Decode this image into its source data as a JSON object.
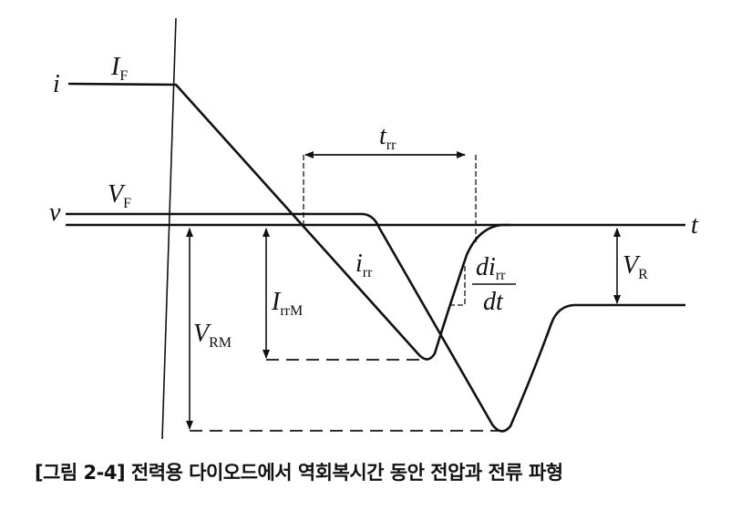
{
  "diagram": {
    "labels": {
      "i": "i",
      "IF": "I",
      "IF_sub": "F",
      "v": "v",
      "VF": "V",
      "VF_sub": "F",
      "t": "t",
      "trr": "t",
      "trr_sub": "rr",
      "irr": "i",
      "irr_sub": "rr",
      "IrrM": "I",
      "IrrM_sub": "rrM",
      "VRM": "V",
      "VRM_sub": "RM",
      "VR": "V",
      "VR_sub": "R",
      "dirr_num": "di",
      "dirr_num_sub": "rr",
      "dirr_den": "dt"
    }
  },
  "caption": "[그림 2-4] 전력용 다이오드에서 역회복시간 동안 전압과 전류 파형"
}
